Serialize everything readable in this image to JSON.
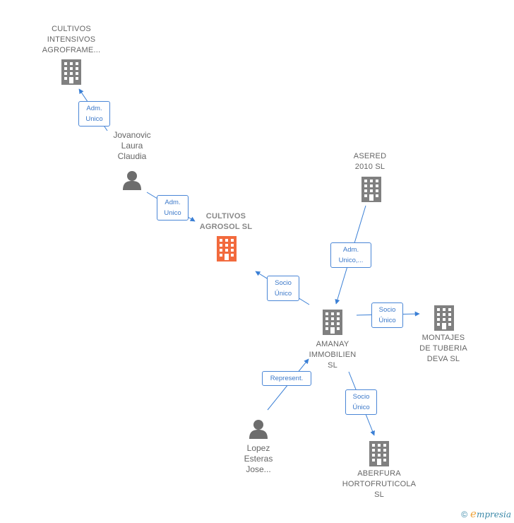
{
  "colors": {
    "edge": "#3a7fd5",
    "building": "#808080",
    "building_focus": "#f26a3d",
    "person": "#6d6d6d"
  },
  "nodes": {
    "cultivos_intensivos": {
      "label": "CULTIVOS\nINTENSIVOS\nAGROFRAME...",
      "icon": "building-icon"
    },
    "jovanovic": {
      "label": "Jovanovic\nLaura\nClaudia",
      "icon": "person-icon"
    },
    "cultivos_agrosol": {
      "label": "CULTIVOS\nAGROSOL  SL",
      "icon": "building-icon"
    },
    "asered": {
      "label": "ASERED\n2010  SL",
      "icon": "building-icon"
    },
    "amanay": {
      "label": "AMANAY\nIMMOBILIEN\nSL",
      "icon": "building-icon"
    },
    "montajes": {
      "label": "MONTAJES\nDE TUBERIA\nDEVA  SL",
      "icon": "building-icon"
    },
    "lopez": {
      "label": "Lopez\nEsteras\nJose...",
      "icon": "person-icon"
    },
    "aberfura": {
      "label": "ABERFURA\nHORTOFRUTICOLA\nSL",
      "icon": "building-icon"
    }
  },
  "edges": {
    "e1": "Adm.\nUnico",
    "e2": "Adm.\nUnico",
    "e3": "Adm.\nUnico,...",
    "e4": "Socio\nÚnico",
    "e5": "Socio\nÚnico",
    "e6": "Represent.",
    "e7": "Socio\nÚnico"
  },
  "watermark": {
    "copyright": "©",
    "brand": "mpresia",
    "brand_initial": "e"
  }
}
